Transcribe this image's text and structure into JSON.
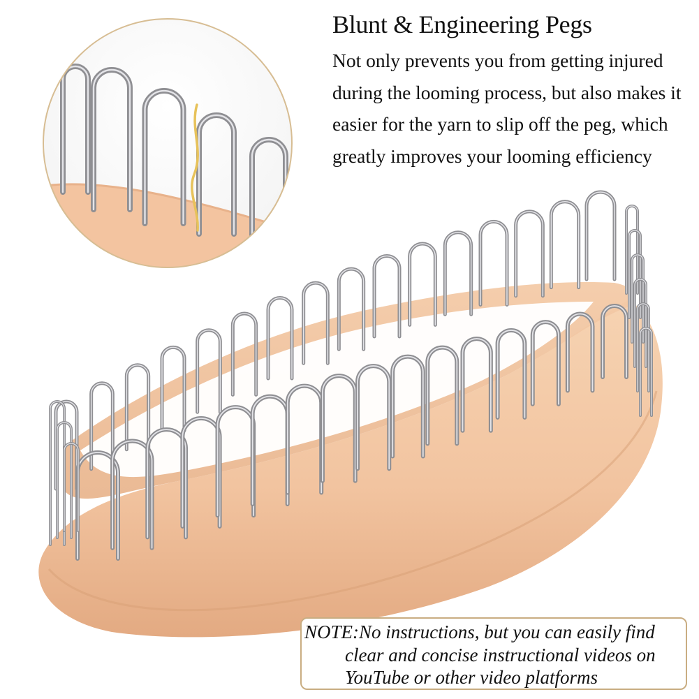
{
  "heading": "Blunt & Engineering Pegs",
  "description_lines": [
    "Not only prevents you from getting injured",
    "during the looming process, but also makes it",
    "easier for the yarn to slip off the peg, which",
    "greatly improves your looming efficiency"
  ],
  "note_lines": [
    "NOTE:No instructions, but you can easily find",
    "clear and concise instructional videos on",
    "YouTube or other video platforms"
  ],
  "colors": {
    "background": "#ffffff",
    "loom_base": "#f2c6a0",
    "loom_shadow": "#d89f75",
    "peg_metal": "#8f8f93",
    "peg_highlight": "#e4e4e8",
    "circle_border": "#d7bd93",
    "note_border": "#c9ad82",
    "yarn": "#e7c25a"
  },
  "illustration": {
    "subject": "oval-flesh-colored-knitting-loom-with-metal-u-pegs",
    "inset": "magnified-view-of-blunt-pegs"
  }
}
